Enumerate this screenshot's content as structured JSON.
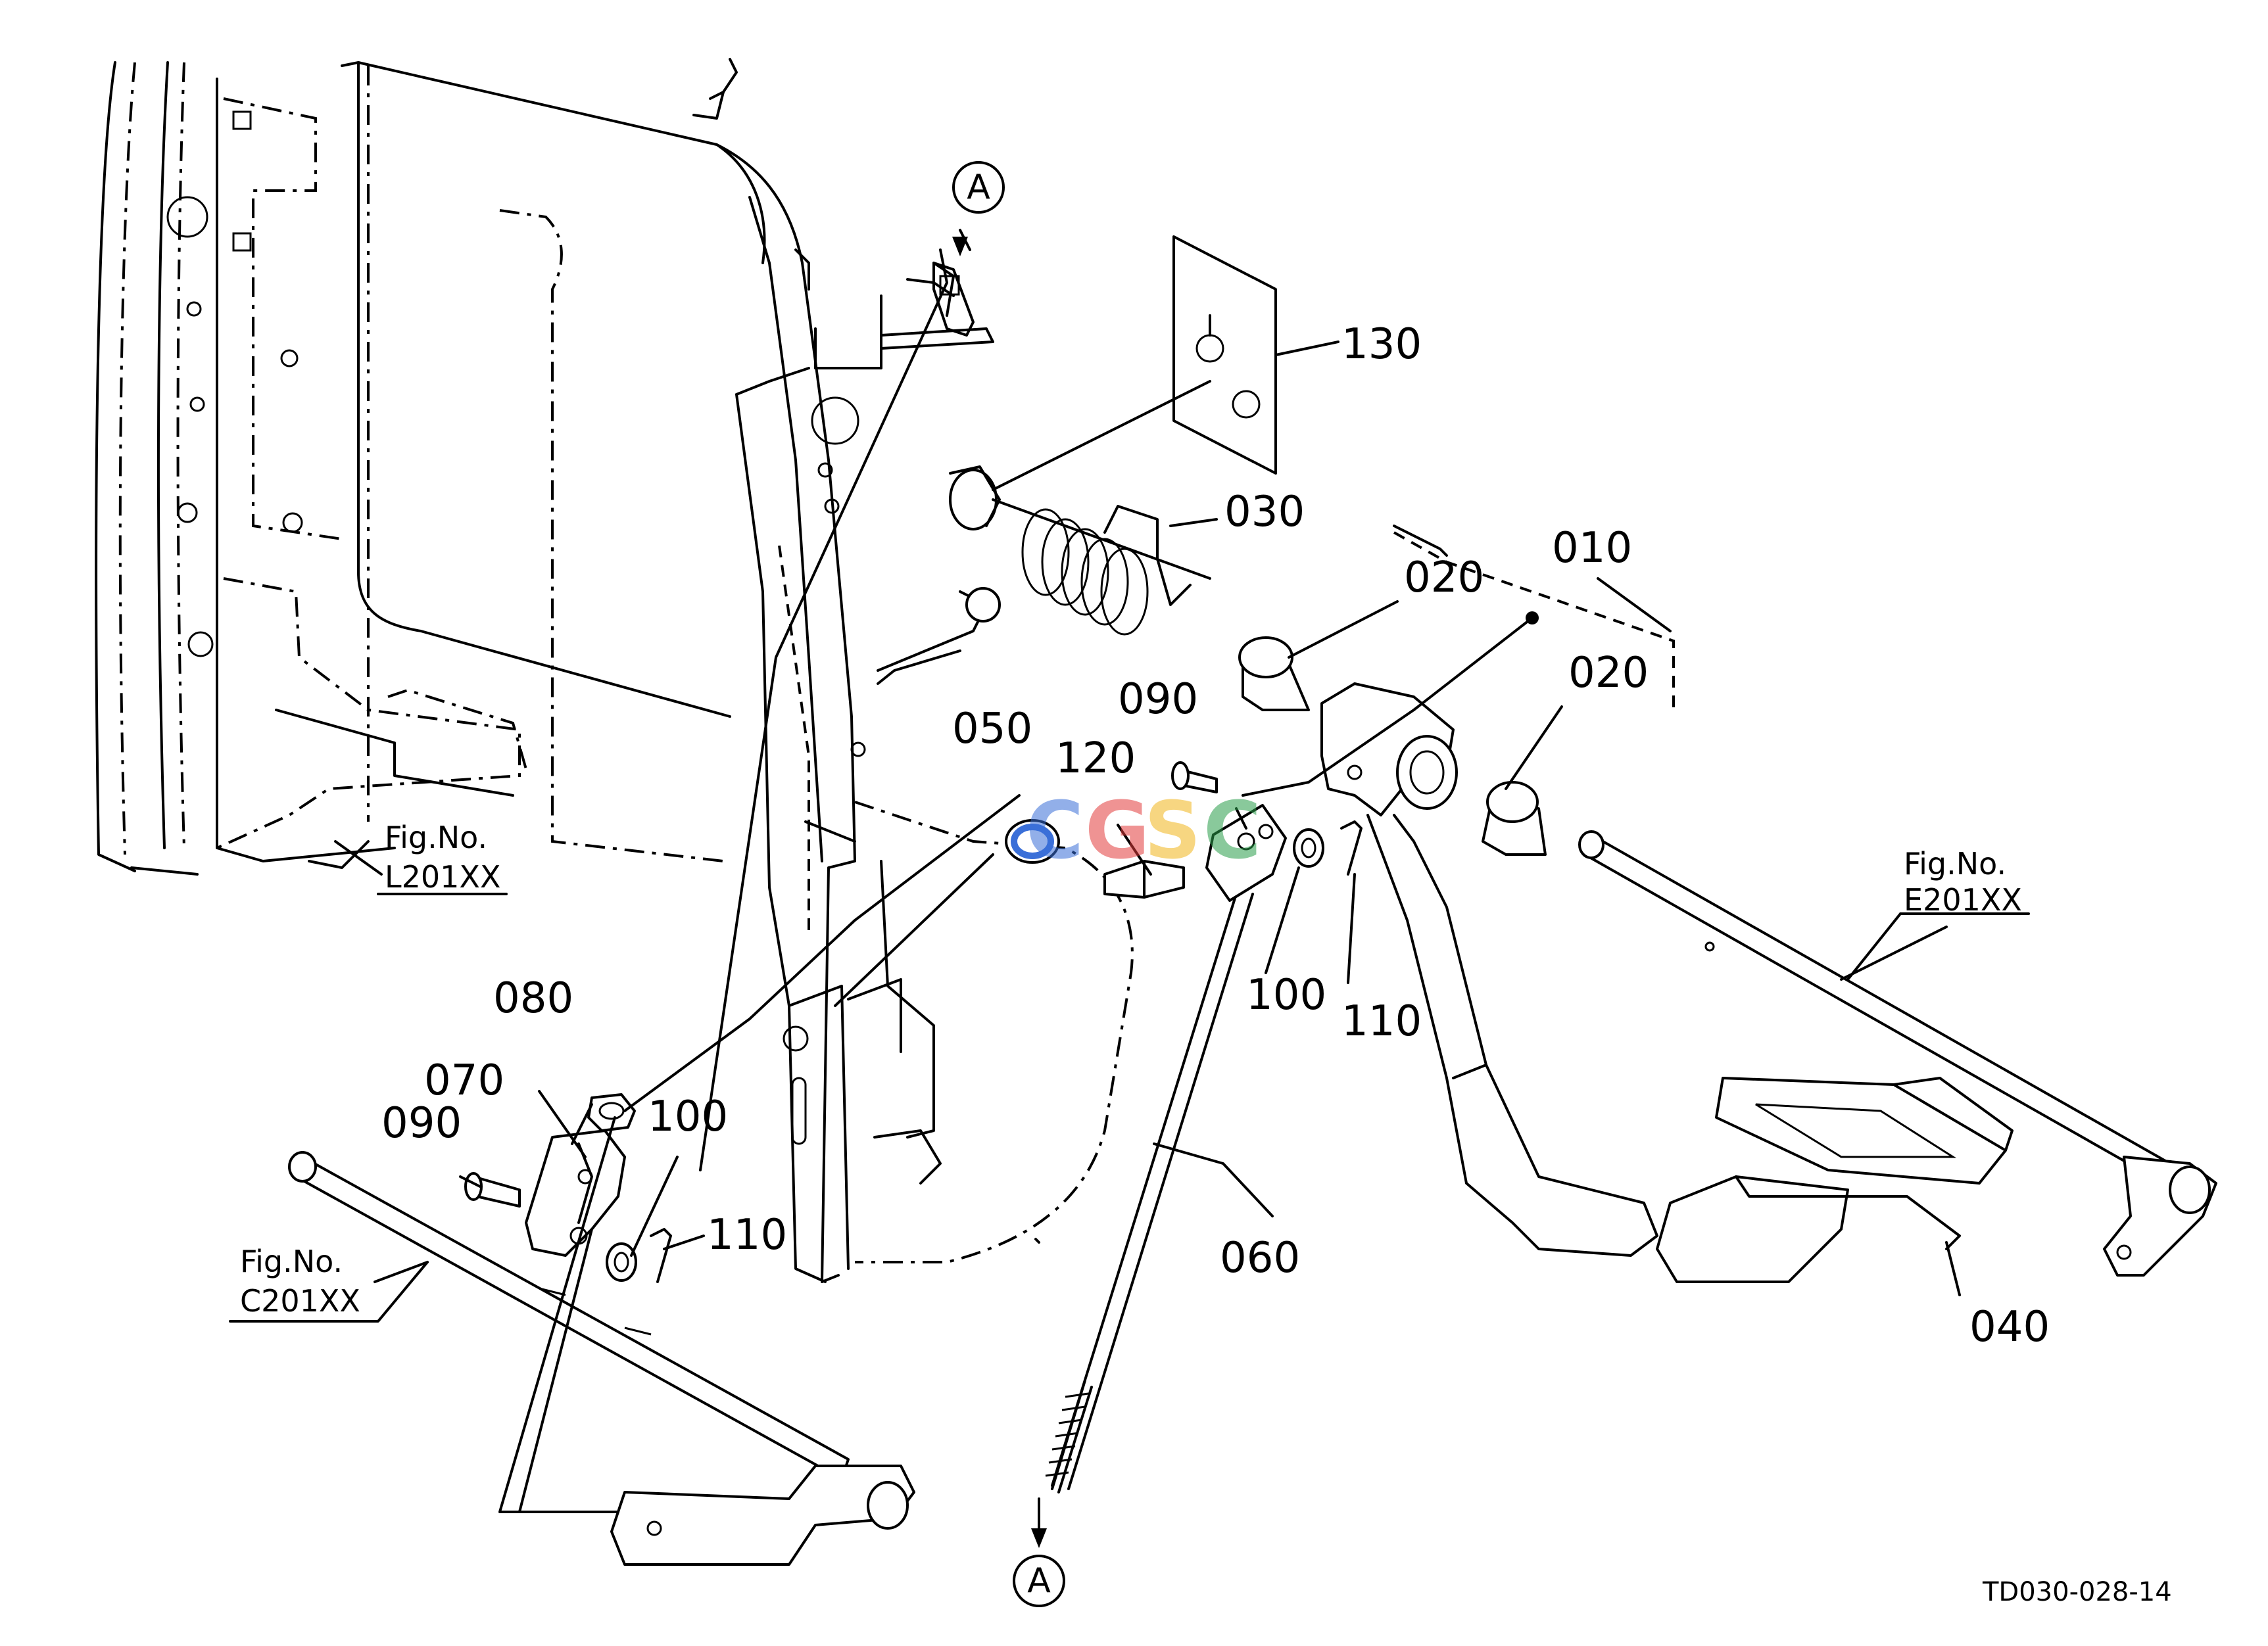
{
  "diagram_code": "TD030-028-14",
  "watermark": {
    "letters": [
      "C",
      "G",
      "S",
      "C"
    ],
    "colors": [
      "#3a6fd8",
      "#e23b3b",
      "#f2b61c",
      "#2a9d4a"
    ]
  },
  "ref_marks": {
    "top": "A",
    "bottom": "A"
  },
  "part_labels": {
    "p010": "010",
    "p020a": "020",
    "p020b": "020",
    "p030": "030",
    "p040": "040",
    "p050": "050",
    "p060": "060",
    "p070": "070",
    "p080": "080",
    "p090a": "090",
    "p090b": "090",
    "p100a": "100",
    "p100b": "100",
    "p110a": "110",
    "p110b": "110",
    "p120": "120",
    "p130": "130"
  },
  "fig_refs": {
    "l": {
      "label": "Fig.No.",
      "code": "L201XX"
    },
    "c": {
      "label": "Fig.No.",
      "code": "C201XX"
    },
    "e": {
      "label": "Fig.No.",
      "code": "E201XX"
    }
  }
}
